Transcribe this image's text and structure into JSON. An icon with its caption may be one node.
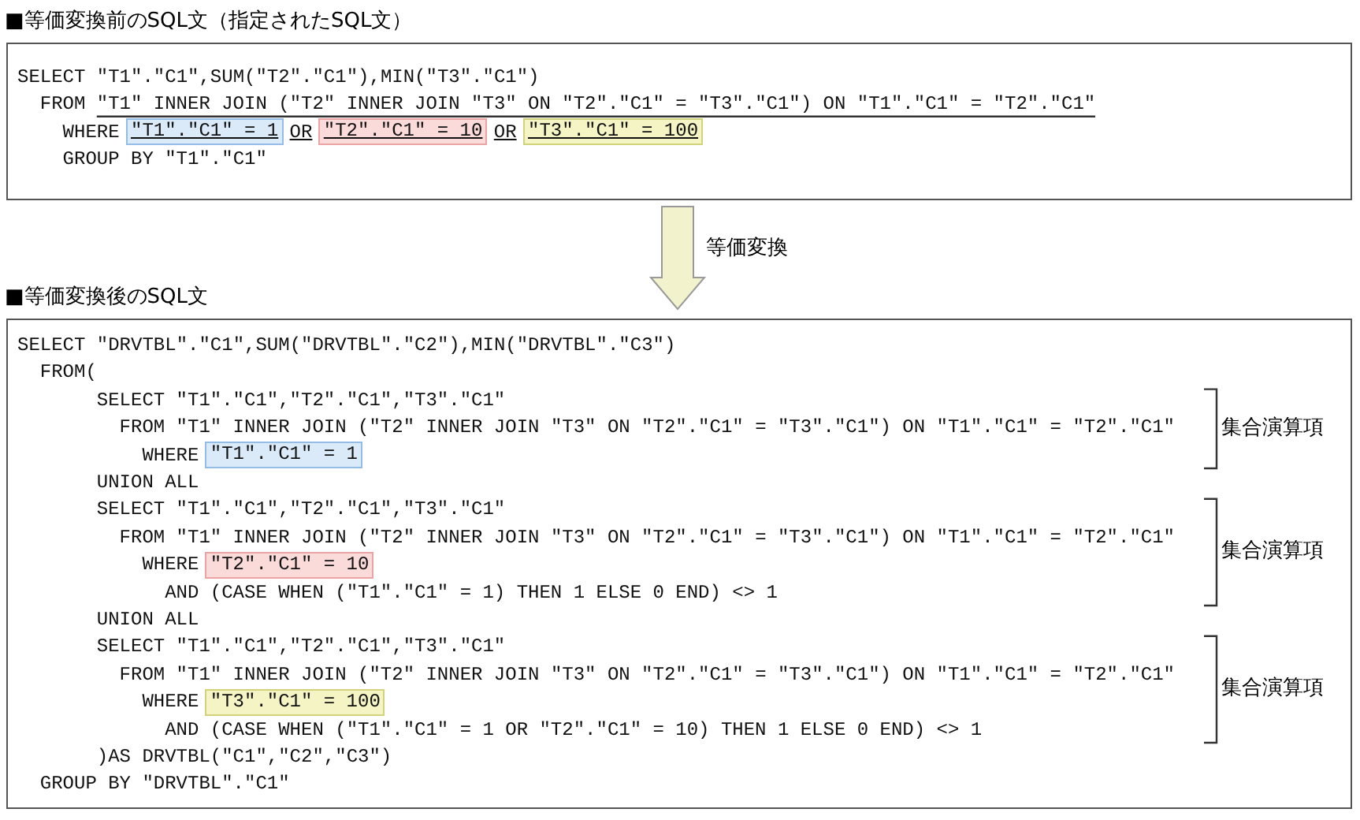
{
  "diagram": {
    "nodes": [
      {
        "text": [
          "■等価変換前のSQL文（指定されたSQL文）",
          "SELECT \"T1\".\"C1\",SUM(\"T2\".\"C1\"),MIN(\"T3\".\"C1\")",
          "FROM \"T1\" INNER JOIN (\"T2\" INNER JOIN \"T3\" ON \"T2\".\"C1\" = \"T3\".\"C1\") ON \"T1\".\"C1\" = \"T2\".\"C1\"",
          "WHERE",
          "OR",
          "OR",
          "GROUP BY \"T1\".\"C1\""
        ]
      },
      {
        "text": [
          "\"T1\".\"C1\" = 1"
        ],
        "in": 0
      },
      {
        "text": [
          "\"T2\".\"C1\" = 10"
        ],
        "in": 0
      },
      {
        "text": [
          "\"T3\".\"C1\" = 100"
        ],
        "in": 0
      },
      {
        "text": [
          "■等価変換後のSQL文",
          "SELECT \"DRVTBL\".\"C1\",SUM(\"DRVTBL\".\"C2\"),MIN(\"DRVTBL\".\"C3\")",
          "FROM(",
          "SELECT \"T1\".\"C1\",\"T2\".\"C1\",\"T3\".\"C1\"",
          "FROM \"T1\" INNER JOIN (\"T2\" INNER JOIN \"T3\" ON \"T2\".\"C1\" = \"T3\".\"C1\") ON \"T1\".\"C1\" = \"T2\".\"C1\"",
          "WHERE",
          "UNION ALL",
          "SELECT \"T1\".\"C1\",\"T2\".\"C1\",\"T3\".\"C1\"",
          "FROM \"T1\" INNER JOIN (\"T2\" INNER JOIN \"T3\" ON \"T2\".\"C1\" = \"T3\".\"C1\") ON \"T1\".\"C1\" = \"T2\".\"C1\"",
          "WHERE",
          "AND (CASE WHEN (\"T1\".\"C1\" = 1) THEN 1 ELSE 0 END) <> 1",
          "UNION ALL",
          "SELECT \"T1\".\"C1\",\"T2\".\"C1\",\"T3\".\"C1\"",
          "FROM \"T1\" INNER JOIN (\"T2\" INNER JOIN \"T3\" ON \"T2\".\"C1\" = \"T3\".\"C1\") ON \"T1\".\"C1\" = \"T2\".\"C1\"",
          "WHERE",
          "AND (CASE WHEN (\"T1\".\"C1\" = 1 OR \"T2\".\"C1\" = 10) THEN 1 ELSE 0 END) <> 1",
          ")AS DRVTBL(\"C1\",\"C2\",\"C3\")",
          "GROUP BY \"DRVTBL\".\"C1\""
        ]
      },
      {
        "text": [
          "\"T1\".\"C1\" = 1"
        ],
        "in": 4
      },
      {
        "text": [
          "\"T2\".\"C1\" = 10"
        ],
        "in": 4
      },
      {
        "text": [
          "\"T3\".\"C1\" = 100"
        ],
        "in": 4
      }
    ],
    "edges": [
      {
        "from": 0,
        "to": 4,
        "arrow": "to",
        "label": "等価変換"
      }
    ],
    "labels": [
      "集合演算項",
      "集合演算項",
      "集合演算項"
    ]
  }
}
